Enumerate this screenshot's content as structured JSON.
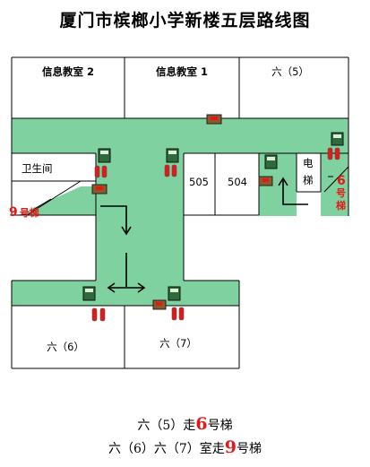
{
  "title": "厦门市槟榔小学新楼五层路线图",
  "colors": {
    "corridor": "#7fd29f",
    "route_number": "#e31818",
    "wall": "#000000"
  },
  "rooms": {
    "info2": "信息教室 2",
    "info1": "信息教室 1",
    "six5": "六（5）",
    "restroom": "卫生间",
    "r505": "505",
    "r504": "504",
    "elevator_1": "电",
    "elevator_2": "梯",
    "six6": "六（6）",
    "six7": "六（7）"
  },
  "stair9": {
    "num": "9",
    "suffix": "号梯"
  },
  "stair6": {
    "num": "6",
    "c1": "号",
    "c2": "梯"
  },
  "legend": {
    "line1": {
      "pre": "六（5）走",
      "num": "6",
      "post": "号梯"
    },
    "line2": {
      "pre": "六（6）六（7）室走",
      "num": "9",
      "post": "号梯"
    }
  },
  "icons": [
    "fire-alarm-panel-icon",
    "fire-extinguisher-icon",
    "fire-hydrant-box-icon",
    "route-arrow-icon"
  ]
}
